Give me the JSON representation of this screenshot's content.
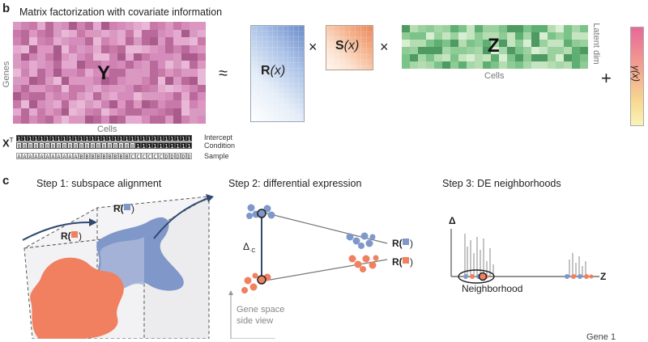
{
  "panel_b": {
    "letter": "b",
    "title": "Matrix factorization with covariate information",
    "y_label": "Y",
    "genes_label": "Genes",
    "cells_label": "Cells",
    "approx_symbol": "≈",
    "r_label": "R",
    "s_label": "S",
    "arg_label": "(x)",
    "times_symbol": "×",
    "z_label": "Z",
    "latent_label": "Latent dim",
    "z_cells_label": "Cells",
    "plus_symbol": "+",
    "gamma_label": "γ(x)",
    "xt_label": "X",
    "xt_superscript": "T",
    "intercept_label": "Intercept",
    "condition_label": "Condition",
    "sample_label": "Sample",
    "intercept_row": "1111111111111111111111111111111",
    "condition_row": "0000000000000000000001111111111",
    "sample_row": "AAAAAAAAAAABBBBBBBBBCCCCCCDDDDD"
  },
  "panel_c": {
    "letter": "c",
    "step1_title": "Step 1: subspace alignment",
    "step2_title": "Step 2: differential expression",
    "step3_title": "Step 3: DE neighborhoods",
    "r_blue_label": "R(",
    "r_orange_label": "R(",
    "r_close": ")",
    "delta_c_label": "Δ",
    "delta_c_sub": "·C",
    "gene_space_line1": "Gene space",
    "gene_space_line2": "side view",
    "delta_axis_label": "Δ",
    "z_axis_label": "Z",
    "neighborhood_label": "Neighborhood",
    "gene_label": "Gene 1"
  },
  "colors": {
    "pink": "#c879a8",
    "blue": "#7f97c9",
    "orange": "#f08060",
    "green": "#7cc38a",
    "dark_blue": "#2f4a6e"
  }
}
